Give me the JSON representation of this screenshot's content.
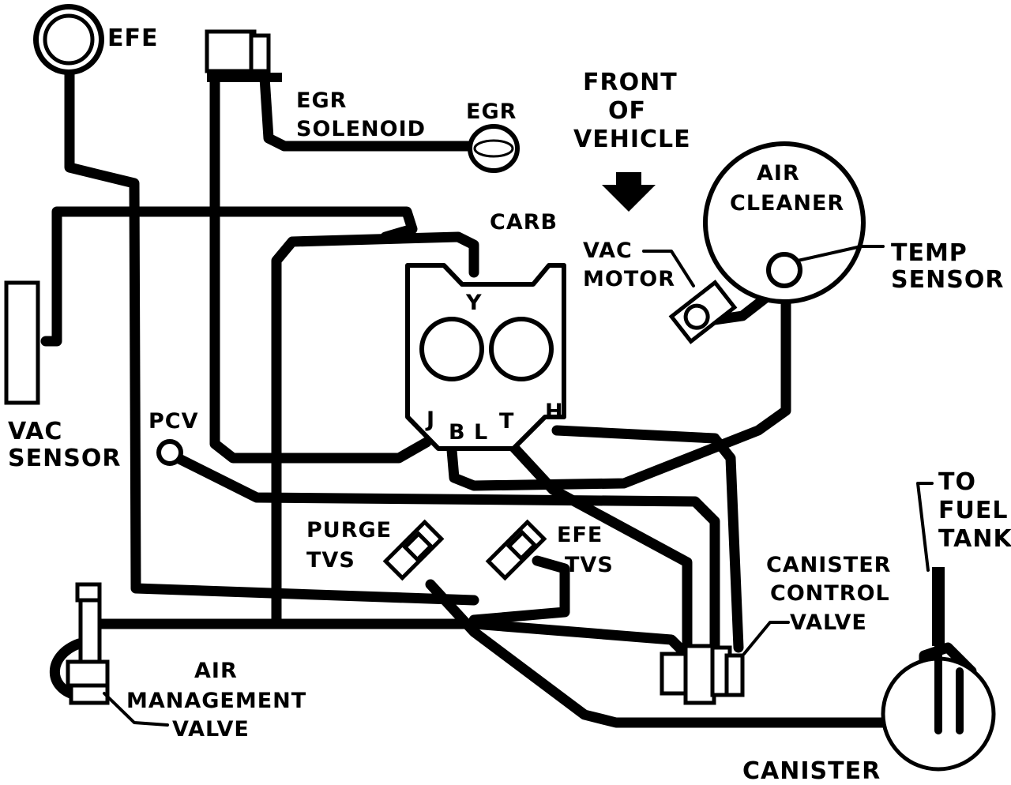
{
  "labels": {
    "efe": "EFE",
    "egr_solenoid_1": "EGR",
    "egr_solenoid_2": "SOLENOID",
    "egr": "EGR",
    "front_1": "FRONT",
    "front_2": "OF",
    "front_3": "VEHICLE",
    "carb": "CARB",
    "air_cleaner_1": "AIR",
    "air_cleaner_2": "CLEANER",
    "vac_motor_1": "VAC",
    "vac_motor_2": "MOTOR",
    "temp_sensor_1": "TEMP",
    "temp_sensor_2": "SENSOR",
    "vac_sensor_1": "VAC",
    "vac_sensor_2": "SENSOR",
    "pcv": "PCV",
    "purge_tvs_1": "PURGE",
    "purge_tvs_2": "TVS",
    "efe_tvs_1": "EFE",
    "efe_tvs_2": "TVS",
    "canister_control_1": "CANISTER",
    "canister_control_2": "CONTROL",
    "canister_control_3": "VALVE",
    "to_fuel_tank_1": "TO",
    "to_fuel_tank_2": "FUEL",
    "to_fuel_tank_3": "TANK",
    "air_mgmt_1": "AIR",
    "air_mgmt_2": "MANAGEMENT",
    "air_mgmt_3": "VALVE",
    "canister": "CANISTER"
  },
  "ports": {
    "y": "Y",
    "j": "J",
    "b": "B",
    "l": "L",
    "t": "T",
    "h": "H"
  },
  "colors": {
    "line": "#000000",
    "background": "#ffffff"
  }
}
